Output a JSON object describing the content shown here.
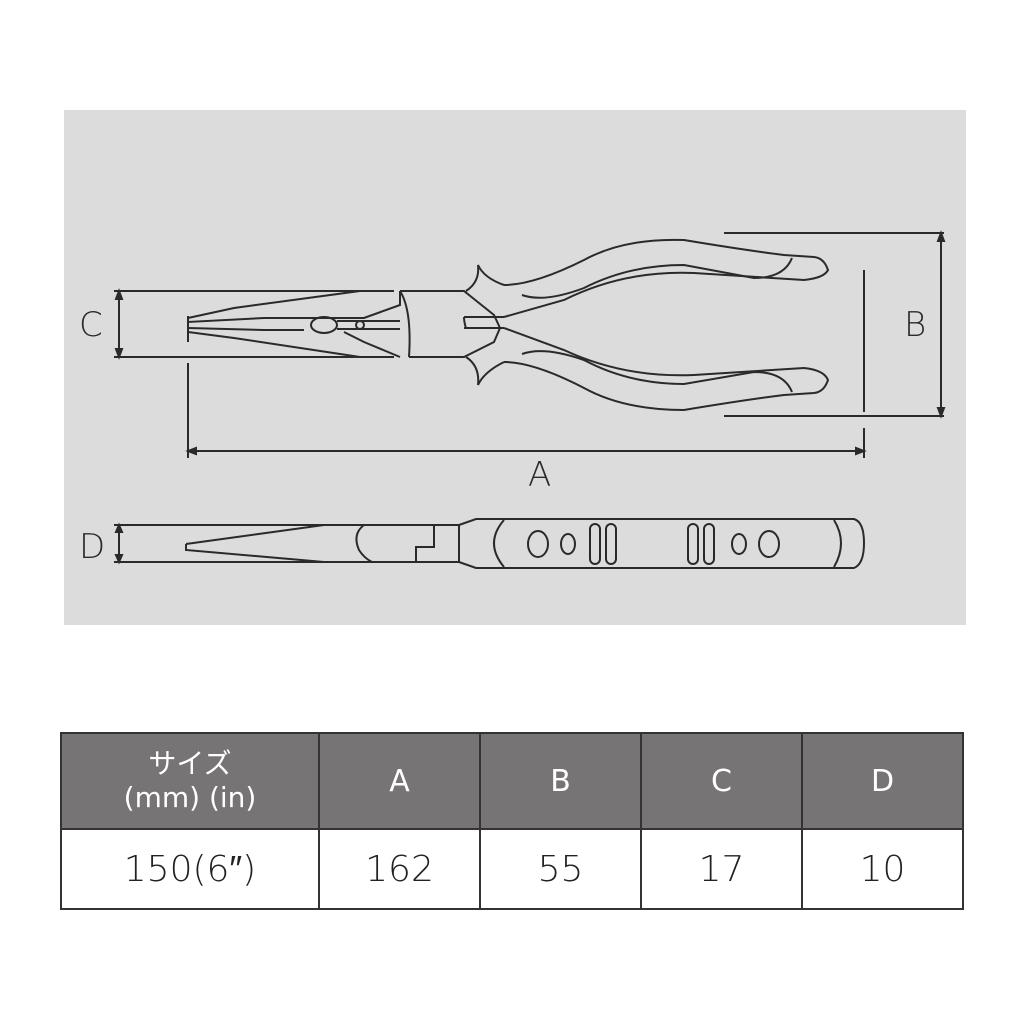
{
  "diagram": {
    "subject": "needle-nose pliers dimension drawing",
    "background_color": "#dcdcdc",
    "line_color": "#2a2a2a",
    "dimension_labels": {
      "A": "A",
      "B": "B",
      "C": "C",
      "D": "D"
    }
  },
  "table": {
    "header_bg": "#767474",
    "headers": {
      "size_line1": "サイズ",
      "size_line2": "(mm) (in)",
      "A": "A",
      "B": "B",
      "C": "C",
      "D": "D"
    },
    "rows": [
      {
        "size": "150(6″)",
        "A": "162",
        "B": "55",
        "C": "17",
        "D": "10"
      }
    ]
  }
}
